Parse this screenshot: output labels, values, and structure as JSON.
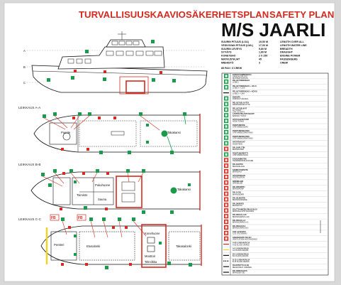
{
  "titles": {
    "fi": "TURVALLISUUSKAAVIO",
    "sv": "SÄKERHETSPLAN",
    "en": "SAFETY PLAN",
    "ship": "M/S JAARLI"
  },
  "sections": {
    "a": "LEIKKAUS A-A",
    "b": "LEIKKAUS B-B",
    "c": "LEIKKAUS C-C"
  },
  "deck_markers": [
    "A",
    "B",
    "C"
  ],
  "rooms": {
    "aa_front": "Puente",
    "aa_rear": "Takakansi",
    "bb_kitchen": "Pukuhuone",
    "bb_sauna": "Sauna",
    "bb_office": "Toimisto",
    "bb_rear": "Takakansi",
    "cc_pentteri": "Pentteri",
    "cc_lounge": "Etusalonki",
    "cc_engine1": "Konehuone",
    "cc_engine2": "Moottori",
    "cc_engine3": "Tekniikka",
    "cc_rear": "Takasalonki"
  },
  "specs": [
    {
      "fi": "SUURIN PITUUS (LOA)",
      "v": "19,50 M",
      "en": "LENGTH OVER ALL"
    },
    {
      "fi": "VESIVIIVAN PITUUS (LWL)",
      "v": "17,00 M",
      "en": "LENGTH WATER LINE"
    },
    {
      "fi": "SUURIN LEVEYS",
      "v": "5,80 M",
      "en": "BREADTH"
    },
    {
      "fi": "SYVÄYS",
      "v": "1,80 M",
      "en": "DRAUGHT"
    },
    {
      "fi": "KONETEHO",
      "v": "2 X 250",
      "en": "ENGINE POWER"
    },
    {
      "fi": "MATKUSTAJAT",
      "v": "45",
      "en": "PASSENGERS"
    },
    {
      "fi": "MIEHISTÖ",
      "v": "3",
      "en": "CREW"
    }
  ],
  "capacity_note": "85 PAX / 3 CREW",
  "flags": {
    "fb": "FB"
  },
  "colors": {
    "title_red": "#d42a20",
    "safety_green": "#1a9a4a",
    "hull_outline": "#111111"
  },
  "legend": [
    {
      "icon": "life-jacket-icon",
      "lines": [
        "KOKOOTUMISPAIKKA",
        "SAMLINGSPLATS",
        "MUSTER STATION"
      ]
    },
    {
      "icon": "life-ring-icon",
      "lines": [
        "PELASTUSRENGAS",
        "LIVBOJ"
      ]
    },
    {
      "icon": "life-ring-light-icon",
      "lines": [
        "PELASTUSRENGAS + VALO",
        "LIVBOJ + LJUS"
      ]
    },
    {
      "icon": "life-ring-line-icon",
      "lines": [
        "PELASTUSRENGAS + KÖYSI",
        "LIVBOJ + LINA"
      ]
    },
    {
      "icon": "first-aid-icon",
      "lines": [
        "ENSIAPU",
        "FÖRSTA HJÄLPEN"
      ]
    },
    {
      "icon": "raft-icon",
      "lines": [
        "PELASTUSLAUTTA",
        "RÄDDNINGSFLOTTE"
      ]
    },
    {
      "icon": "life-jacket-adult-icon",
      "lines": [
        "PELASTUSLIIVIT",
        "FLYTVÄST",
        "LIFE JACKETS"
      ]
    },
    {
      "icon": "life-jacket-child-icon",
      "lines": [
        "LASTEN PELASTUSLIIVIT",
        "BARNFLYTVÄST"
      ]
    },
    {
      "icon": "exit-icon",
      "lines": [
        "HÄTÄULOSKÄYNTI",
        "NÖDUTGÅNG"
      ]
    },
    {
      "icon": "escape-route-icon",
      "lines": [
        "POISTUMISTIE",
        "UTRYMNINGSVÄG"
      ]
    },
    {
      "icon": "arrow-right-icon",
      "lines": [
        "POISTUMISSUUNTA",
        "UTRYMNINGSRIKTNING"
      ]
    },
    {
      "icon": "arrow-left-icon",
      "lines": [
        "POISTUMISSUUNTA",
        "UTRYMNINGSRIKTNING"
      ]
    },
    {
      "icon": "ladder-icon",
      "lines": [
        "HÄTÄTIKKAAT",
        "NÖDSTEGE"
      ]
    },
    {
      "icon": "alarm-icon",
      "lines": [
        "PALOHÄLYTIN",
        "BRANDLARM"
      ]
    },
    {
      "icon": "exit-route-icon",
      "lines": [
        "POISTUMISREITTI",
        "UTRYMNINGSVÄG"
      ]
    },
    {
      "icon": "extinguisher-icon",
      "lines": [
        "KÄSISAMMUTIN",
        "HANDBRANDSLÄCKARE"
      ]
    },
    {
      "icon": "hose-icon",
      "lines": [
        "PALOLETKU",
        "BRANDSLANG"
      ]
    },
    {
      "icon": "blanket-icon",
      "lines": [
        "SAMMUTUSPEITE",
        "BRANDFILT"
      ]
    },
    {
      "icon": "phone-icon",
      "lines": [
        "HÄTÄPUHELIN",
        "NÖDTELEFON"
      ]
    },
    {
      "icon": "sprinkler-icon",
      "lines": [
        "SPRINKLERI",
        "SPRINKLER"
      ]
    },
    {
      "icon": "fire-pump-icon",
      "lines": [
        "PALOPUMPPU",
        "BRANDPUMP"
      ]
    },
    {
      "icon": "fire-door-icon",
      "lines": [
        "PALO-OVI",
        "BRANDDÖRR"
      ]
    },
    {
      "icon": "fire-alarm-icon",
      "lines": [
        "PALOILMOITIN",
        "BRANDVARNARE"
      ]
    },
    {
      "icon": "axe-icon",
      "lines": [
        "PALOKIRVES",
        "BRANDYXA"
      ]
    },
    {
      "icon": "fuel-stop-icon",
      "lines": [
        "POLTTOAINEEN PIKASULKU",
        "BRÄNSLE AVSTÄNGNING"
      ]
    },
    {
      "icon": "fb-icon",
      "lines": [
        "PALORAJA A-60",
        "BRANDGRÄNS A-60"
      ]
    },
    {
      "icon": "fb-icon",
      "lines": [
        "PALORAJA A-0",
        "BRANDGRÄNS A-0"
      ]
    },
    {
      "icon": "fb-icon",
      "lines": [
        "PALORAJA B-0",
        "BRANDGRÄNS B-0"
      ]
    },
    {
      "icon": "co2-icon",
      "lines": [
        "CO2 LAUKAISU",
        "CO2 UTLÖSNING"
      ]
    },
    {
      "icon": "vent-icon",
      "lines": [
        "ILMANVAIHTO SULKU",
        "VENTILATION AVSTÄNGNING"
      ]
    },
    {
      "icon": "line-red-icon",
      "lines": [
        "A-60 LUOKAN RAJA",
        "A-60 KLASS GRÄNS"
      ]
    },
    {
      "icon": "line-yellow-icon",
      "lines": [
        "A-0 LUOKAN RAJA",
        "A-0 KLASS GRÄNS"
      ]
    },
    {
      "icon": "line-black-icon",
      "lines": [
        "B-0 LUOKAN RAJA",
        "B-0 KLASS GRÄNS"
      ]
    },
    {
      "icon": "line-dash-icon",
      "lines": [
        "B-15 LUOKAN RAJA",
        "B-15 KLASS GRÄNS"
      ]
    },
    {
      "icon": "line-hatched-icon",
      "lines": [
        "RAJOITETTU ALUE",
        "BEGRÄNSAT OMRÅDE"
      ]
    },
    {
      "icon": "line-thin-icon",
      "lines": [
        "PALONSUOJAUS",
        "BRANDSKYDD"
      ]
    }
  ]
}
